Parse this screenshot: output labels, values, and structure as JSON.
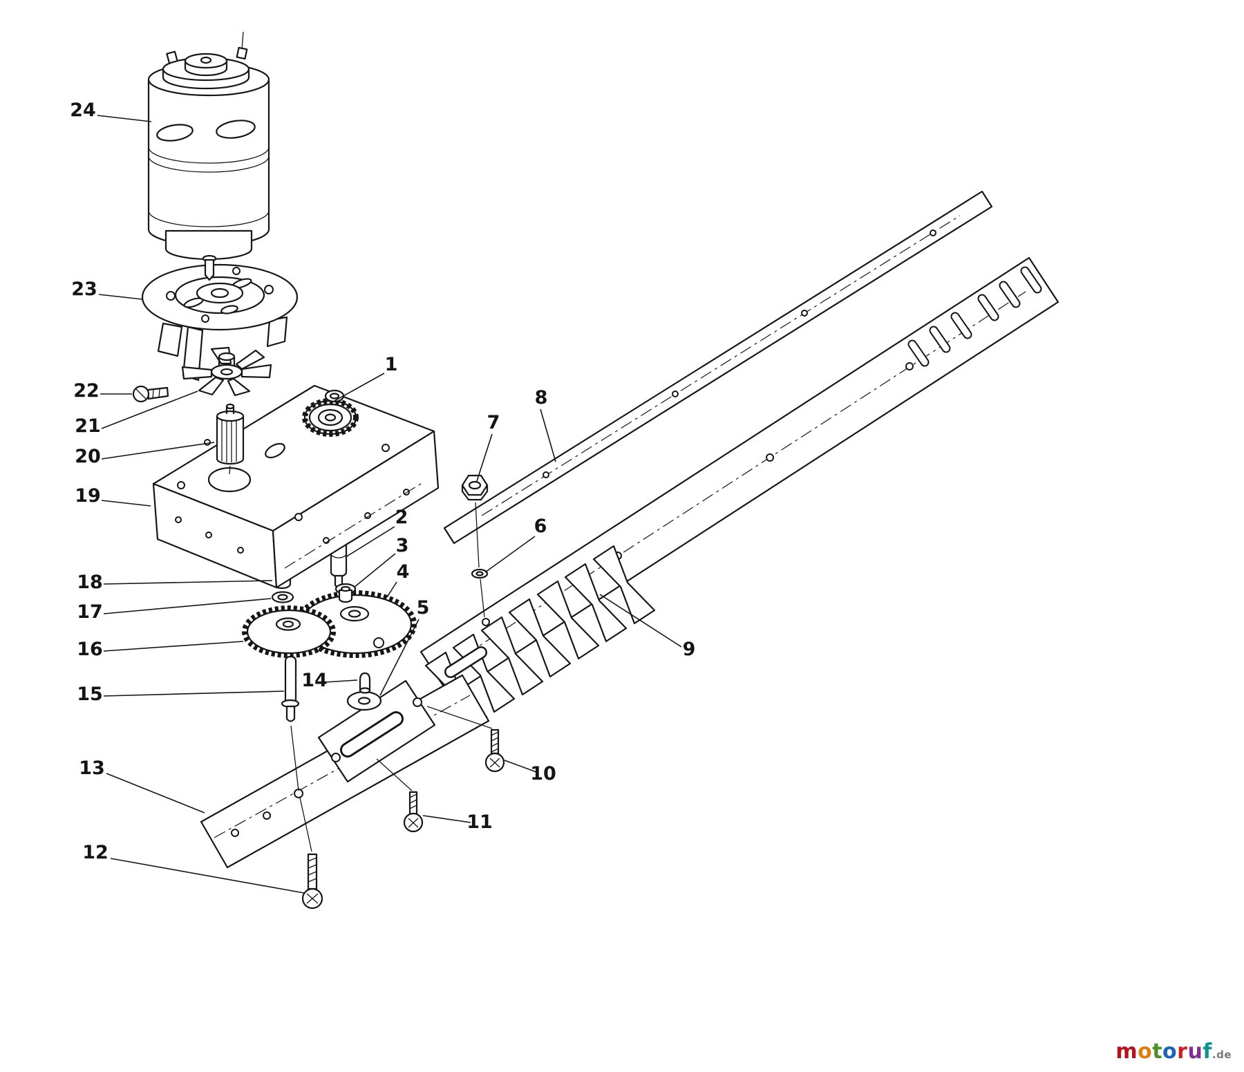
{
  "diagram": {
    "callouts": [
      "1",
      "2",
      "3",
      "4",
      "5",
      "6",
      "7",
      "8",
      "9",
      "10",
      "11",
      "12",
      "13",
      "14",
      "15",
      "16",
      "17",
      "18",
      "19",
      "20",
      "21",
      "22",
      "23",
      "24"
    ]
  },
  "colors": {
    "ink": "#161616",
    "paper": "#ffffff"
  },
  "watermark": {
    "letters": [
      {
        "char": "m",
        "color": "#b5121e"
      },
      {
        "char": "o",
        "color": "#e17d0e"
      },
      {
        "char": "t",
        "color": "#4b8f29"
      },
      {
        "char": "o",
        "color": "#1d63b5"
      },
      {
        "char": "r",
        "color": "#cf1f1f"
      },
      {
        "char": "u",
        "color": "#7d2f90"
      },
      {
        "char": "f",
        "color": "#0f9390"
      }
    ],
    "suffix": {
      "text": ".de",
      "color": "#777777"
    }
  }
}
